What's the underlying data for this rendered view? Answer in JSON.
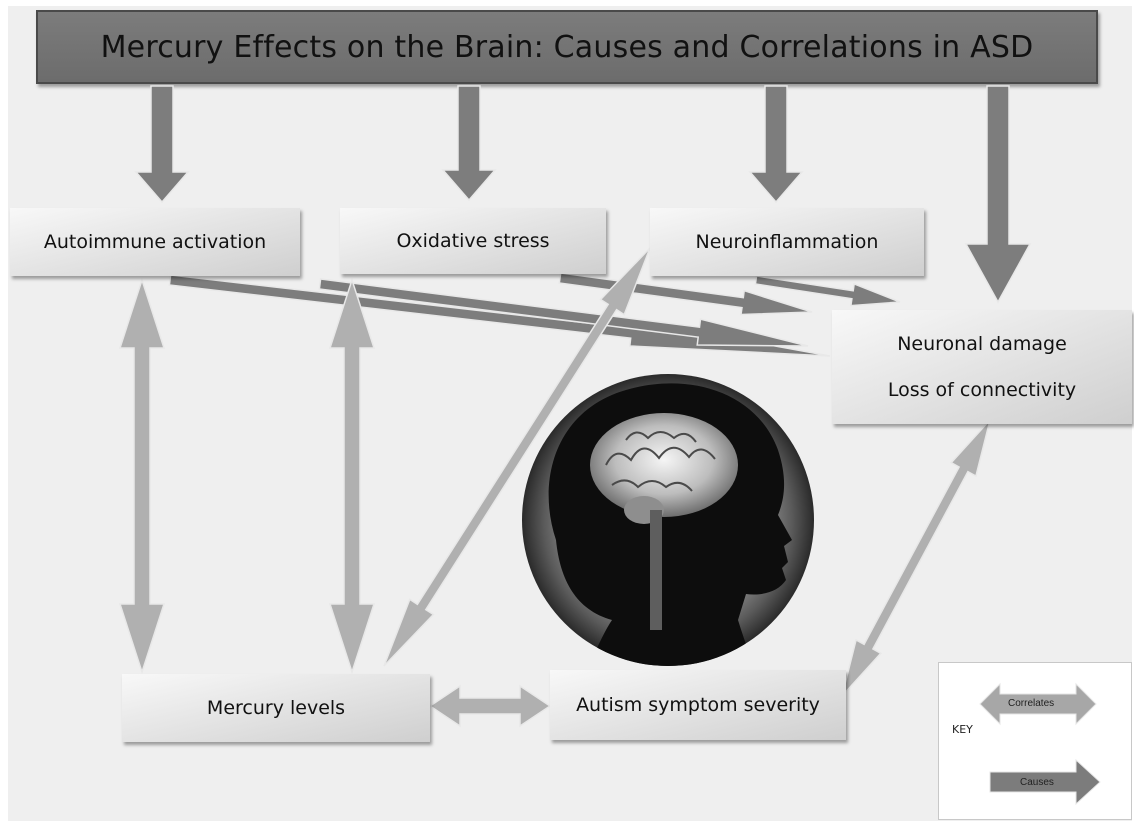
{
  "title": "Mercury Effects on the Brain: Causes and Correlations in ASD",
  "nodes": {
    "autoimmune": "Autoimmune activation",
    "oxidative": "Oxidative stress",
    "neuroinflammation": "Neuroinflammation",
    "neuronal_damage": "Neuronal damage",
    "loss_connectivity": "Loss of connectivity",
    "mercury_levels": "Mercury levels",
    "autism_severity": "Autism symptom severity"
  },
  "key": {
    "label": "KEY",
    "correlates": "Correlates",
    "causes": "Causes"
  },
  "relations": [
    {
      "from": "title",
      "to": "Autoimmune activation",
      "type": "causes"
    },
    {
      "from": "title",
      "to": "Oxidative stress",
      "type": "causes"
    },
    {
      "from": "title",
      "to": "Neuroinflammation",
      "type": "causes"
    },
    {
      "from": "title",
      "to": "Neuronal damage",
      "type": "causes"
    },
    {
      "from": "Autoimmune activation",
      "to": "Neuronal damage",
      "type": "causes"
    },
    {
      "from": "Oxidative stress",
      "to": "Neuronal damage",
      "type": "causes"
    },
    {
      "from": "Neuroinflammation",
      "to": "Neuronal damage",
      "type": "causes"
    },
    {
      "from": "Autoimmune activation",
      "to": "Mercury levels",
      "type": "correlates"
    },
    {
      "from": "Oxidative stress",
      "to": "Mercury levels",
      "type": "correlates"
    },
    {
      "from": "Neuroinflammation",
      "to": "Mercury levels",
      "type": "correlates"
    },
    {
      "from": "Mercury levels",
      "to": "Autism symptom severity",
      "type": "correlates"
    },
    {
      "from": "Autism symptom severity",
      "to": "Neuronal damage",
      "type": "correlates"
    }
  ],
  "colors": {
    "title_bar": "#737373",
    "cause_arrow": "#7d7d7d",
    "correlate_arrow": "#b0b0b0",
    "background": "#efefef"
  }
}
